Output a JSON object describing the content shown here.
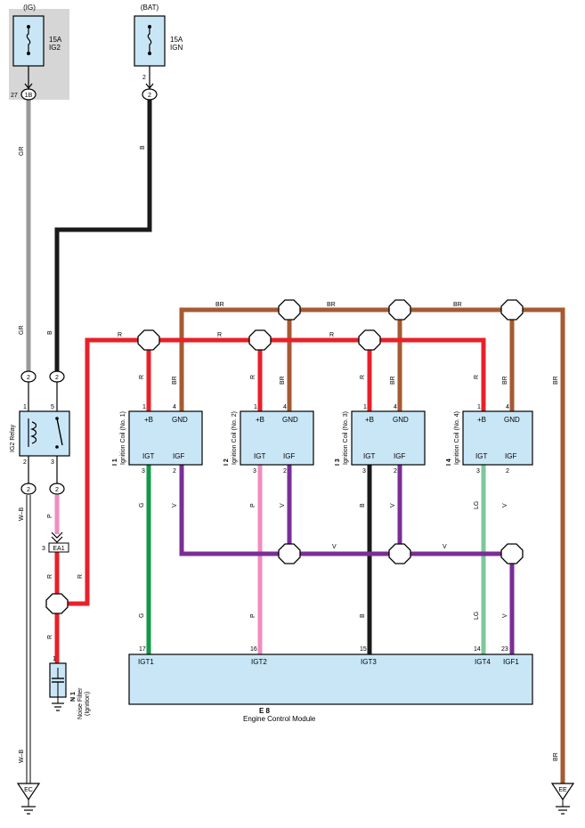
{
  "colors": {
    "GR": "#9a9a9a",
    "B": "#1a1a1a",
    "R": "#e8202a",
    "BR": "#a65a32",
    "P": "#f08cc0",
    "G": "#109a4a",
    "V": "#7a2e96",
    "LG": "#7dc89a",
    "W-B": "#ffffff",
    "box_fill": "#c9e6f7",
    "fuse_area": "#d6d6d6"
  },
  "fuses": {
    "ig": {
      "source": "(IG)",
      "rating": "15A",
      "name": "IG2"
    },
    "bat": {
      "source": "(BAT)",
      "rating": "15A",
      "name": "IGN"
    }
  },
  "connectors": {
    "ig_pin": "27",
    "ig_conn": "1B",
    "bat_pin": "2",
    "bat_conn": "2",
    "relay_in_a": "2",
    "relay_in_b": "2",
    "relay_out_a": "2",
    "relay_out_b": "2",
    "ea1": "EA1",
    "ea1_pin": "3",
    "n1_pin": "1"
  },
  "wire_labels": {
    "gr": "GR",
    "b": "B",
    "r": "R",
    "br": "BR",
    "p": "P",
    "g": "G",
    "v": "V",
    "lg": "LG",
    "wb": "W–B"
  },
  "relay": {
    "name": "IG2 Relay",
    "pins": {
      "p1": "1",
      "p2": "2",
      "p3": "3",
      "p5": "5"
    }
  },
  "coils": [
    {
      "id": "I 1",
      "name": "Ignition Coil (No. 1)",
      "plus": "+B",
      "gnd": "GND",
      "igt": "IGT",
      "igf": "IGF",
      "pin1": "1",
      "pin4": "4",
      "pin3": "3",
      "pin2": "2"
    },
    {
      "id": "I 2",
      "name": "Ignition Coil (No. 2)",
      "plus": "+B",
      "gnd": "GND",
      "igt": "IGT",
      "igf": "IGF",
      "pin1": "1",
      "pin4": "4",
      "pin3": "3",
      "pin2": "2"
    },
    {
      "id": "I 3",
      "name": "Ignition Coil (No. 3)",
      "plus": "+B",
      "gnd": "GND",
      "igt": "IGT",
      "igf": "IGF",
      "pin1": "1",
      "pin4": "4",
      "pin3": "3",
      "pin2": "2"
    },
    {
      "id": "I 4",
      "name": "Ignition Coil (No. 4)",
      "plus": "+B",
      "gnd": "GND",
      "igt": "IGT",
      "igf": "IGF",
      "pin1": "1",
      "pin4": "4",
      "pin3": "3",
      "pin2": "2"
    }
  ],
  "ecm": {
    "id": "E 8",
    "name": "Engine Control Module",
    "terminals": [
      {
        "label": "IGT1",
        "pin": "17"
      },
      {
        "label": "IGT2",
        "pin": "16"
      },
      {
        "label": "IGT3",
        "pin": "15"
      },
      {
        "label": "IGT4",
        "pin": "14"
      },
      {
        "label": "IGF1",
        "pin": "23"
      }
    ]
  },
  "noise_filter": {
    "id": "N 1",
    "name": "Noise Filter",
    "sub": "(Ignition)"
  },
  "grounds": {
    "left": "EC",
    "right": "EE"
  }
}
